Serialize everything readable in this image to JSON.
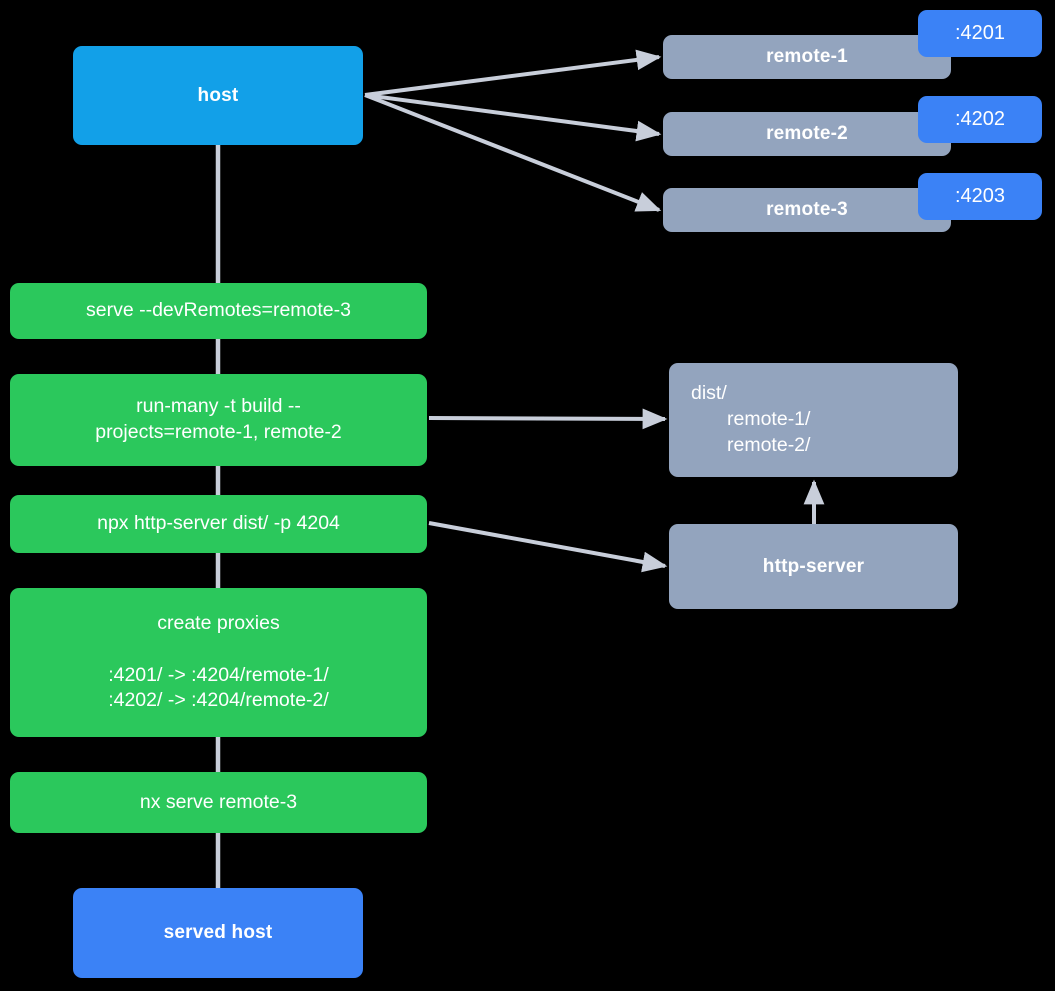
{
  "diagram": {
    "title": "Nx module federation host and remotes serve flow",
    "background_color": "#000000",
    "edge_color": "#C8CEDA",
    "colors": {
      "host": "#12A0E8",
      "served_host": "#3B82F6",
      "command": "#2BC85C",
      "remote": "#93A4BE",
      "artifact": "#93A4BE",
      "port_badge": "#3B82F6",
      "text": "#FFFFFF"
    }
  },
  "nodes": {
    "host": {
      "label": "host"
    },
    "served_host": {
      "label": "served host"
    },
    "commands": [
      {
        "id": "serve-dev-remotes",
        "label": "serve --devRemotes=remote-3"
      },
      {
        "id": "run-many-build",
        "label": "run-many -t build --\nprojects=remote-1, remote-2"
      },
      {
        "id": "npx-http-server",
        "label": "npx http-server dist/ -p 4204"
      },
      {
        "id": "create-proxies",
        "title": "create proxies",
        "lines": [
          ":4201/ -> :4204/remote-1/",
          ":4202/ -> :4204/remote-2/"
        ]
      },
      {
        "id": "nx-serve-remote-3",
        "label": "nx serve remote-3"
      }
    ],
    "remotes": [
      {
        "id": "remote-1",
        "label": "remote-1",
        "port": ":4201"
      },
      {
        "id": "remote-2",
        "label": "remote-2",
        "port": ":4202"
      },
      {
        "id": "remote-3",
        "label": "remote-3",
        "port": ":4203"
      }
    ],
    "dist": {
      "id": "dist",
      "root": "dist/",
      "children": [
        "remote-1/",
        "remote-2/"
      ]
    },
    "http_server": {
      "id": "http-server",
      "label": "http-server"
    }
  },
  "edges": [
    {
      "from": "host",
      "to": "remote-1",
      "arrow": true
    },
    {
      "from": "host",
      "to": "remote-2",
      "arrow": true
    },
    {
      "from": "host",
      "to": "remote-3",
      "arrow": true
    },
    {
      "from": "host",
      "to": "serve-dev-remotes",
      "arrow": false
    },
    {
      "from": "serve-dev-remotes",
      "to": "run-many-build",
      "arrow": false
    },
    {
      "from": "run-many-build",
      "to": "npx-http-server",
      "arrow": false
    },
    {
      "from": "npx-http-server",
      "to": "create-proxies",
      "arrow": false
    },
    {
      "from": "create-proxies",
      "to": "nx-serve-remote-3",
      "arrow": false
    },
    {
      "from": "nx-serve-remote-3",
      "to": "served-host",
      "arrow": false
    },
    {
      "from": "run-many-build",
      "to": "dist",
      "arrow": true
    },
    {
      "from": "npx-http-server",
      "to": "http-server",
      "arrow": true
    },
    {
      "from": "http-server",
      "to": "dist",
      "arrow": true
    }
  ]
}
